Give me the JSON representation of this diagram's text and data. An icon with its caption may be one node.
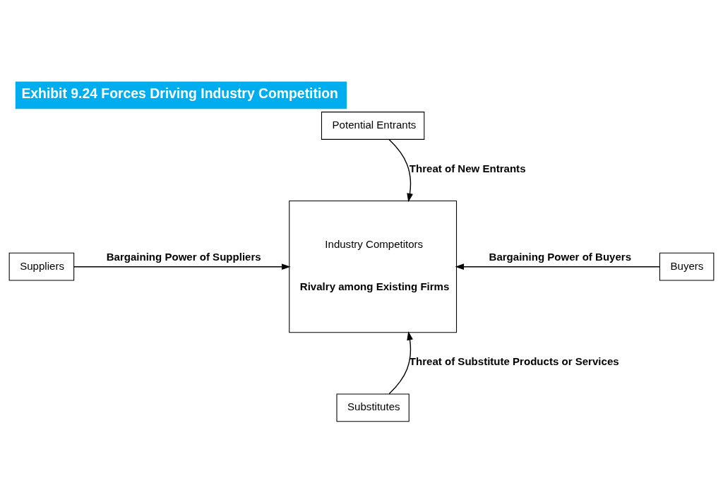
{
  "diagram": {
    "title": "Exhibit 9.24 Forces Driving Industry Competition",
    "nodes": [
      {
        "text": [
          "Potential Entrants"
        ]
      },
      {
        "text": [
          "Industry Competitors",
          "Rivalry among Existing Firms"
        ]
      },
      {
        "text": [
          "Suppliers"
        ]
      },
      {
        "text": [
          "Buyers"
        ]
      },
      {
        "text": [
          "Substitutes"
        ]
      }
    ],
    "edges": [
      {
        "from": 0,
        "to": 1,
        "arrow": "to",
        "label": "Threat of New Entrants"
      },
      {
        "from": 2,
        "to": 1,
        "arrow": "to",
        "label": "Bargaining Power of Suppliers"
      },
      {
        "from": 3,
        "to": 1,
        "arrow": "to",
        "label": "Bargaining Power of Buyers"
      },
      {
        "from": 4,
        "to": 1,
        "arrow": "to",
        "label": "Threat of Substitute Products or Services"
      }
    ]
  }
}
